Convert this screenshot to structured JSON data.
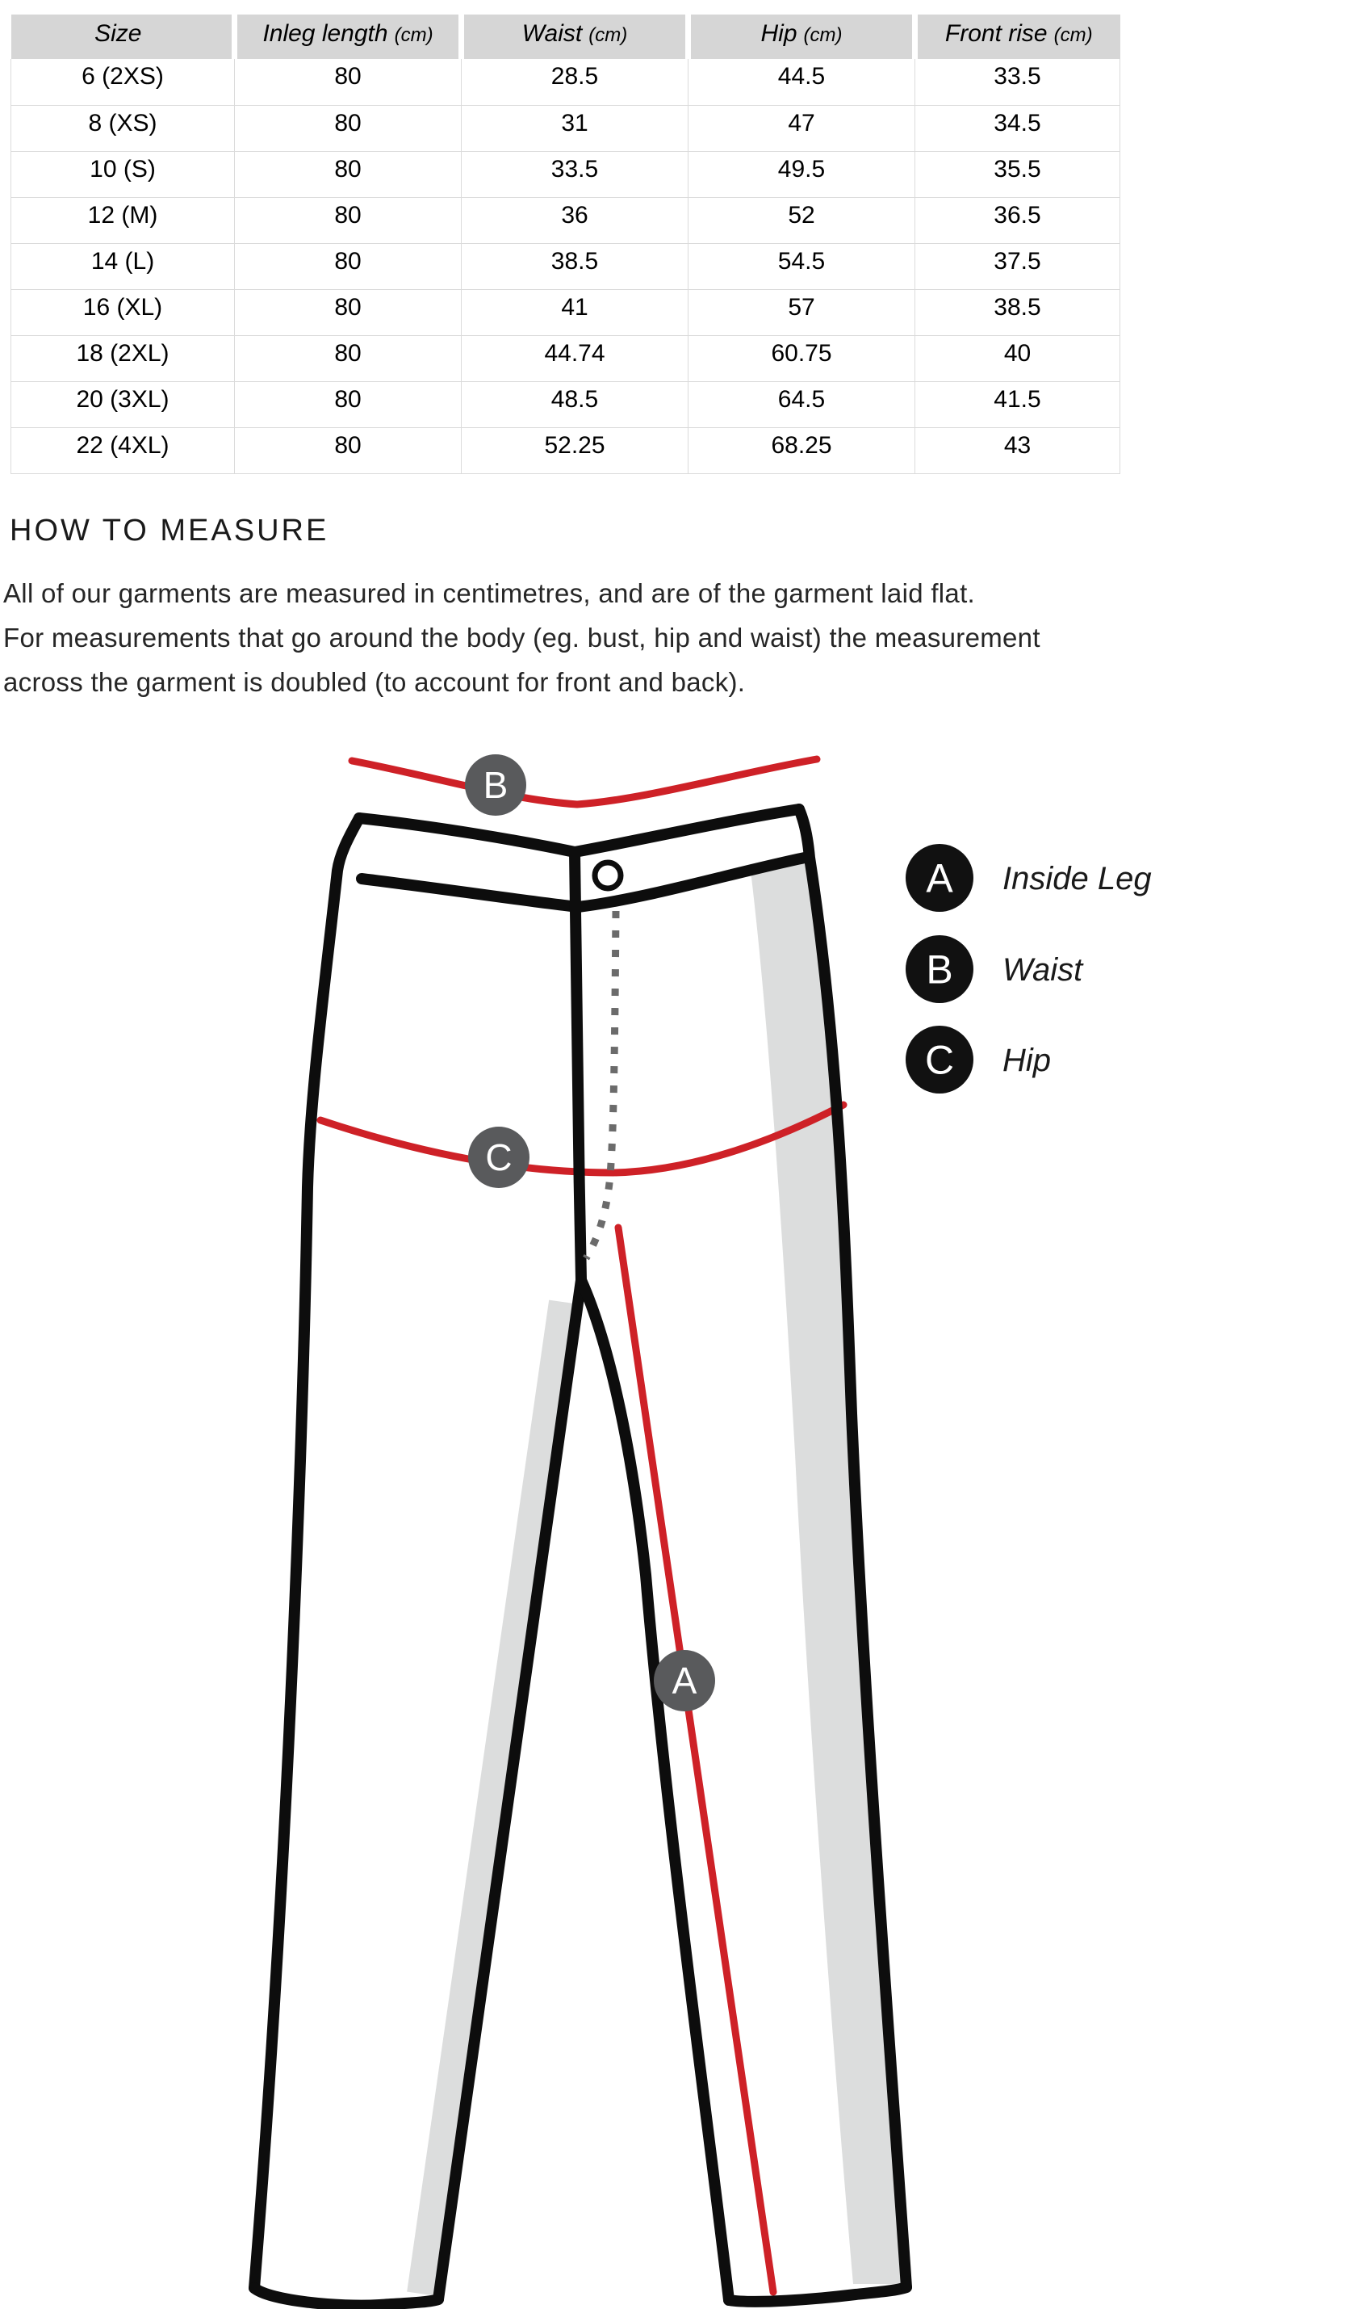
{
  "size_table": {
    "columns": [
      {
        "label": "Size",
        "unit": ""
      },
      {
        "label": "Inleg length",
        "unit": "(cm)"
      },
      {
        "label": "Waist",
        "unit": "(cm)"
      },
      {
        "label": "Hip",
        "unit": "(cm)"
      },
      {
        "label": "Front rise",
        "unit": "(cm)"
      }
    ],
    "rows": [
      [
        "6 (2XS)",
        "80",
        "28.5",
        "44.5",
        "33.5"
      ],
      [
        "8 (XS)",
        "80",
        "31",
        "47",
        "34.5"
      ],
      [
        "10 (S)",
        "80",
        "33.5",
        "49.5",
        "35.5"
      ],
      [
        "12 (M)",
        "80",
        "36",
        "52",
        "36.5"
      ],
      [
        "14 (L)",
        "80",
        "38.5",
        "54.5",
        "37.5"
      ],
      [
        "16 (XL)",
        "80",
        "41",
        "57",
        "38.5"
      ],
      [
        "18 (2XL)",
        "80",
        "44.74",
        "60.75",
        "40"
      ],
      [
        "20 (3XL)",
        "80",
        "48.5",
        "64.5",
        "41.5"
      ],
      [
        "22 (4XL)",
        "80",
        "52.25",
        "68.25",
        "43"
      ]
    ]
  },
  "how_to_measure": {
    "heading": "HOW TO MEASURE",
    "paragraph_lines": [
      "All of our garments are measured in centimetres, and are of the garment laid flat.",
      "For measurements that go around the body (eg. bust, hip and waist) the measurement",
      "across the garment is doubled (to account for front and back)."
    ]
  },
  "diagram": {
    "markers": [
      {
        "letter": "A",
        "label": "Inside Leg"
      },
      {
        "letter": "B",
        "label": "Waist"
      },
      {
        "letter": "C",
        "label": "Hip"
      }
    ],
    "colors": {
      "measure_line": "#ce2127",
      "marker_circle": "#595a5c",
      "legend_circle": "#111111",
      "outline": "#0d0d0d",
      "shade": "#dcdddd",
      "fly_dash": "#6b6b6b",
      "table_header_bg": "#d6d6d6"
    }
  }
}
